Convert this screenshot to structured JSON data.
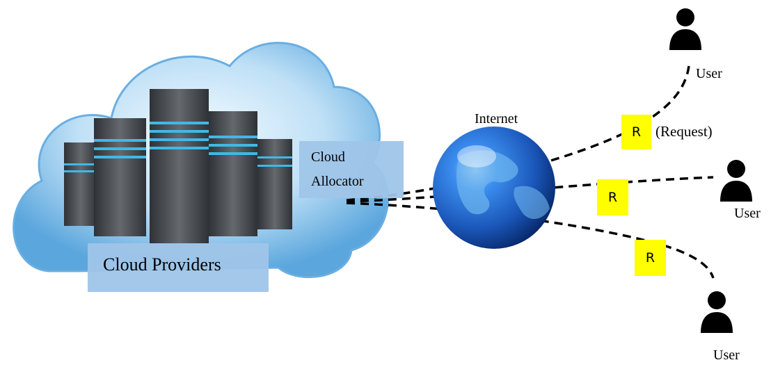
{
  "labels": {
    "cloud_providers": "Cloud Providers",
    "cloud_allocator_line1": "Cloud",
    "cloud_allocator_line2": "Allocator",
    "internet": "Internet",
    "request_tag": "R",
    "request_annotation": "(Request)",
    "user": "User"
  },
  "colors": {
    "cloud": "#7fb9e6",
    "label_box": "#9fc5e8",
    "request_tag": "#ffff00",
    "globe": "#1a56b8",
    "server": "#4a4d52",
    "server_stripe": "#3fb8e8"
  },
  "icons": {
    "user": "user-silhouette-icon",
    "globe": "globe-icon",
    "servers": "server-rack-icon"
  }
}
